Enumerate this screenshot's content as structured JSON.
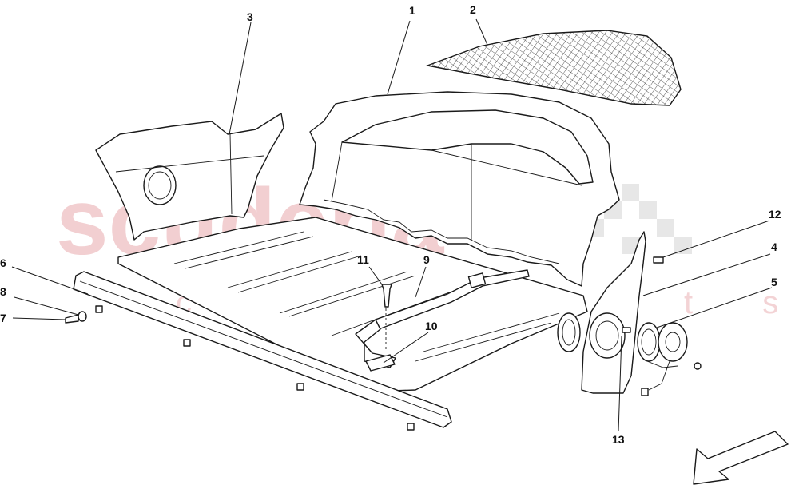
{
  "watermark": {
    "main": "scuderia",
    "sub": "c a r   p a r t s"
  },
  "callouts": {
    "c1": "1",
    "c2": "2",
    "c3": "3",
    "c4": "4",
    "c5": "5",
    "c6": "6",
    "c7": "7",
    "c8": "8",
    "c9": "9",
    "c10": "10",
    "c11": "11",
    "c12": "12",
    "c13": "13"
  },
  "parts": [
    {
      "callout": "1",
      "part": "rear-bulkhead-trim"
    },
    {
      "callout": "2",
      "part": "luggage-net"
    },
    {
      "callout": "3",
      "part": "side-trim-panel"
    },
    {
      "callout": "4",
      "part": "speaker-trim-panel"
    },
    {
      "callout": "5",
      "part": "speaker"
    },
    {
      "callout": "6",
      "part": "sill-trim"
    },
    {
      "callout": "7",
      "part": "screw"
    },
    {
      "callout": "8",
      "part": "washer"
    },
    {
      "callout": "9",
      "part": "luggage-strap"
    },
    {
      "callout": "10",
      "part": "strap-bracket"
    },
    {
      "callout": "11",
      "part": "screw"
    },
    {
      "callout": "12",
      "part": "clip"
    },
    {
      "callout": "13",
      "part": "speaker-grille"
    }
  ],
  "direction_arrow": "front-direction-arrow-icon"
}
